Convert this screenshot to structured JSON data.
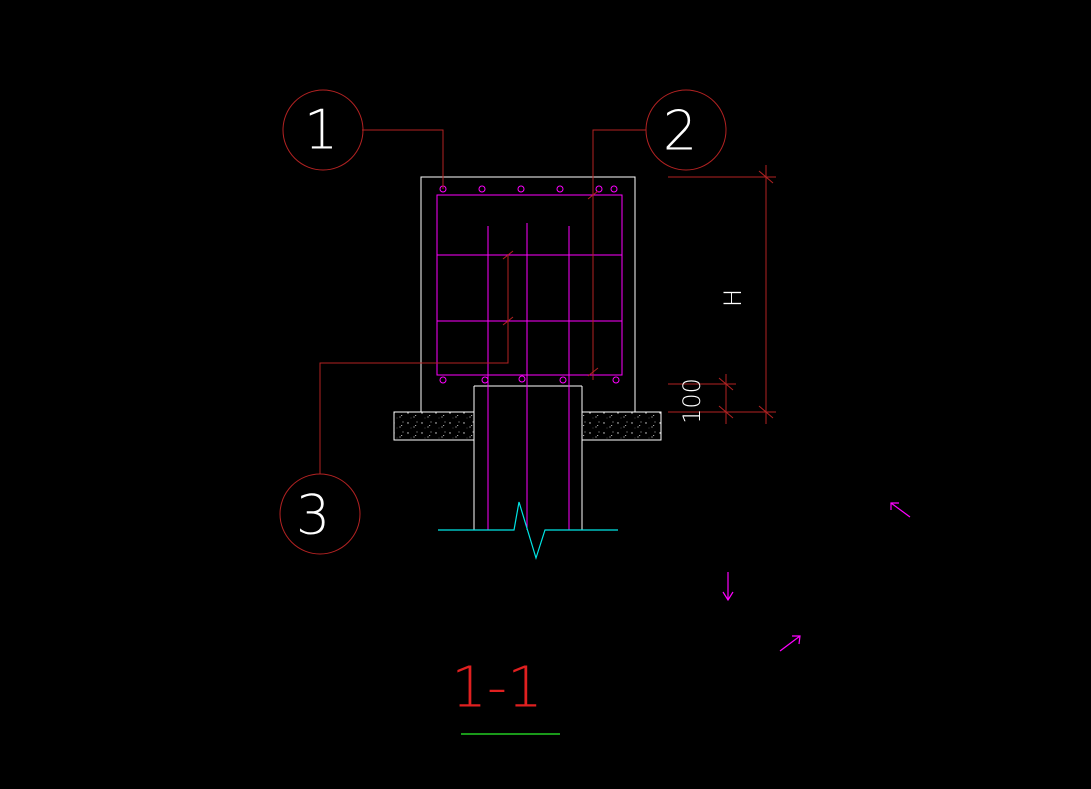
{
  "drawing": {
    "background": "#000000",
    "callouts": [
      {
        "id": "rebar-1",
        "label": "1"
      },
      {
        "id": "rebar-2",
        "label": "2"
      },
      {
        "id": "rebar-3",
        "label": "3"
      }
    ],
    "dimensions": {
      "height_label": "H",
      "offset_label": "100"
    },
    "section_title": "1-1",
    "colors": {
      "concrete_outline": "#FFFFFF",
      "rebar": "#FF00FF",
      "leader": "#B22222",
      "callout_text": "#FFFFFF",
      "dimension": "#B22222",
      "break_line": "#00E5E5",
      "title_text": "#E02020",
      "title_underline": "#22CC22"
    }
  }
}
